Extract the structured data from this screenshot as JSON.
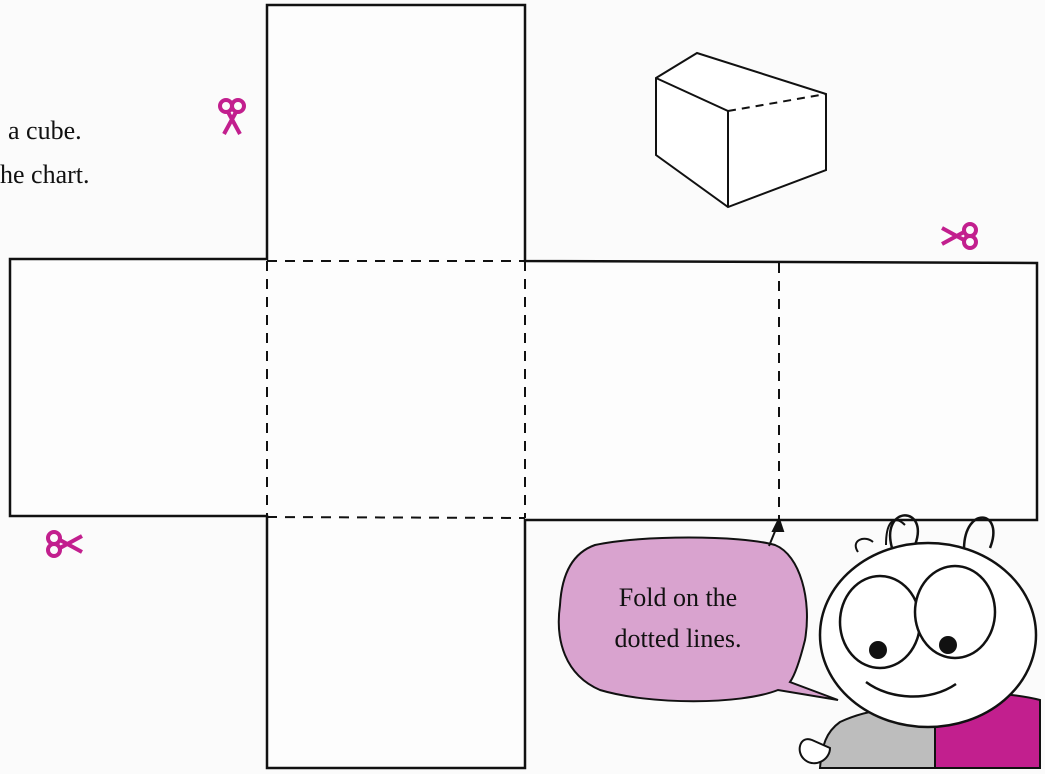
{
  "instructions": {
    "line_1": "a cube.",
    "line_2": "he chart."
  },
  "speech_bubble": {
    "line_1": "Fold on the",
    "line_2": "dotted lines."
  },
  "colors": {
    "accent_magenta": "#c21f8e",
    "bubble_fill": "#d9a3cf",
    "line": "#111111"
  },
  "icons": [
    "scissors-icon",
    "scissors-icon",
    "scissors-icon",
    "cube-icon",
    "bug-mascot"
  ]
}
